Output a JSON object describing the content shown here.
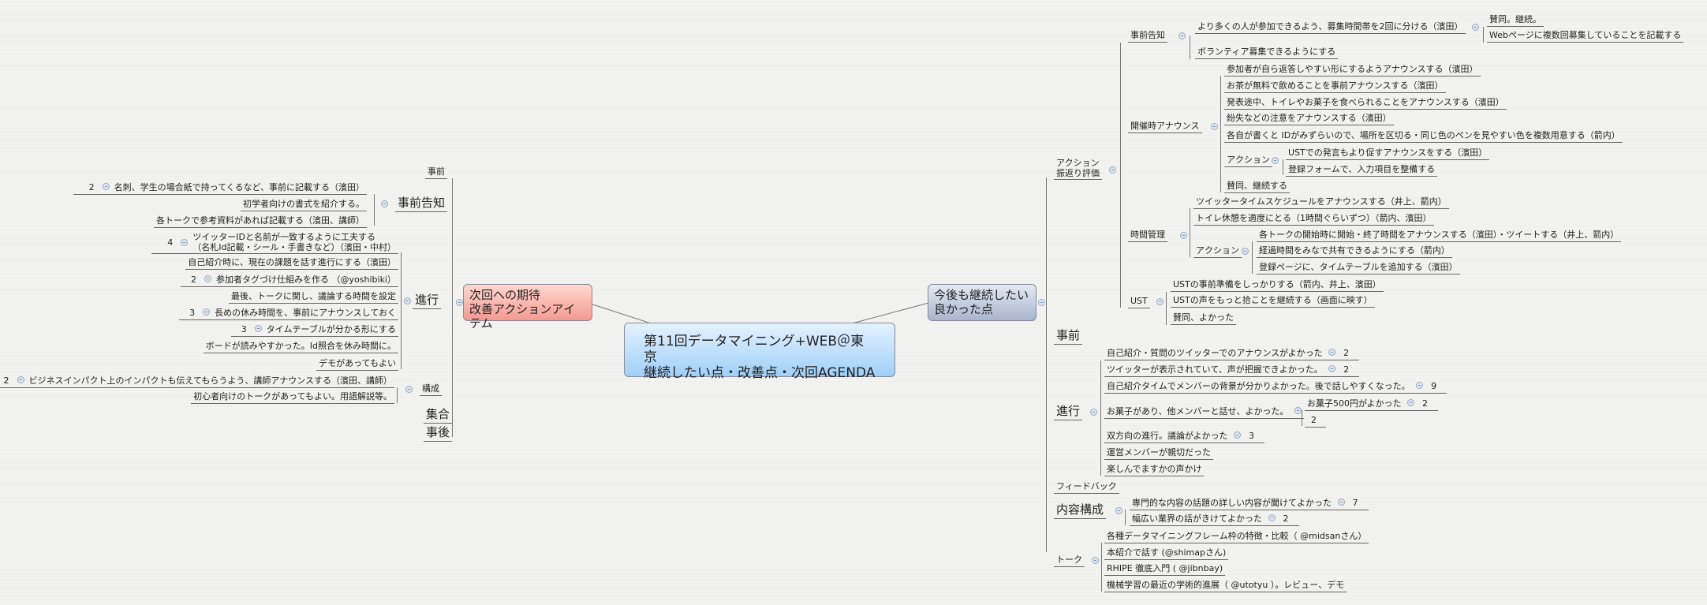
{
  "center": {
    "line1": "第11回データマイニング+WEB＠東京",
    "line2": "継続したい点・改善点・次回AGENDA"
  },
  "left": {
    "title1": "次回への期待",
    "title2": "改善アクションアイテム",
    "jizen": "事前",
    "jizen_kokuchi": {
      "label": "事前告知",
      "items": [
        {
          "count": "2",
          "text": "名刺、学生の場合紙で持ってくるなど、事前に記載する（濱田）"
        },
        {
          "text": "初学者向けの書式を紹介する。"
        },
        {
          "text": "各トークで参考資料があれば記載する（濱田、講師）"
        }
      ]
    },
    "shinko": {
      "label": "進行",
      "items": [
        {
          "count": "4",
          "text": "ツイッターIDと名前が一致するように工夫する",
          "text2": "（名札Id記載・シール・手書きなど）（濱田・中村）"
        },
        {
          "text": "自己紹介時に、現在の課題を話す進行にする（濱田）"
        },
        {
          "count": "2",
          "text": "参加者タグづけ仕組みを作る （@yoshibiki）"
        },
        {
          "text": "最後、トークに関し、議論する時間を設定"
        },
        {
          "count": "3",
          "text": "長めの休み時間を、事前にアナウンスしておく"
        },
        {
          "count": "3",
          "text": "タイムテーブルが分かる形にする"
        },
        {
          "text": "ボードが読みやすかった。Id照合を休み時間に。"
        },
        {
          "text": "デモがあってもよい"
        }
      ]
    },
    "kosei": {
      "label": "構成",
      "items": [
        {
          "count": "2",
          "text": "ビジネスインパクト上のインパクトも伝えてもらうよう、講師アナウンスする（濱田、講師）"
        },
        {
          "text": "初心者向けのトークがあってもよい。用語解説等。"
        }
      ]
    },
    "shugo": "集合",
    "jigo": "事後"
  },
  "right": {
    "title1": "今後も継続したい",
    "title2": "良かった点",
    "action": {
      "label1": "アクション",
      "label2": "振返り評価",
      "jizen_kokuchi": {
        "label": "事前告知",
        "item1": "より多くの人が参加できるよう、募集時間帯を2回に分ける（濱田）",
        "item1_children": [
          "賛同。継続。",
          "Webページに複数回募集していることを記載する"
        ],
        "item2": "ボランティア募集できるようにする"
      },
      "kaisai": {
        "label": "開催時アナウンス",
        "items": [
          "参加者が自ら返答しやすい形にするようアナウンスする（濱田）",
          "お茶が無料で飲めることを事前アナウンスする（濱田）",
          "発表途中、トイレやお菓子を食べられることをアナウンスする（濱田）",
          "紛失などの注意をアナウンスする（濱田）",
          "各自が書くと IDがみずらいので、場所を区切る・同じ色のペンを見やすい色を複数用意する（箭内）"
        ],
        "action_label": "アクション",
        "action_items": [
          "USTでの発言もより促すアナウンスをする（濱田）",
          "登録フォームで、入力項目を整備する"
        ],
        "last": "賛同、継続する"
      },
      "jikan": {
        "label": "時間管理",
        "items": [
          "ツイッタータイムスケジュールをアナウンスする（井上、箭内）",
          "トイレ休憩を適度にとる（1時間ぐらいずつ）（箭内、濱田）"
        ],
        "action_label": "アクション",
        "action_items": [
          "各トークの開始時に開始・終了時間をアナウンスする（濱田）・ツイートする（井上、箭内）",
          "経過時間をみなで共有できるようにする（箭内）",
          "登録ページに、タイムテーブルを追加する（濱田）"
        ]
      },
      "ust": {
        "label": "UST",
        "items": [
          "USTの事前準備をしっかりする（箭内、井上、濱田）",
          "USTの声をもっと拾ことを継続する（画面に映す）",
          "賛同、よかった"
        ]
      }
    },
    "jizen": "事前",
    "shinko": {
      "label": "進行",
      "items": [
        {
          "text": "自己紹介・質問のツイッターでのアナウンスがよかった",
          "count": "2"
        },
        {
          "text": "ツイッターが表示されていて、声が把握できよかった。",
          "count": "2"
        },
        {
          "text": "自己紹介タイムでメンバーの背景が分かりよかった。後で話しやすくなった。",
          "count": "9"
        },
        {
          "text": "お菓子があり、他メンバーと話せ、よかった。"
        },
        {
          "text": "双方向の進行。議論がよかった",
          "count": "3"
        },
        {
          "text": "運営メンバーが親切だった"
        },
        {
          "text": "楽しんでますかの声かけ"
        }
      ],
      "okashi_children": [
        {
          "text": "お菓子500円がよかった",
          "count": "2"
        },
        {
          "text": "2"
        }
      ]
    },
    "feedback": "フィードバック",
    "naiyo": {
      "label": "内容構成",
      "items": [
        {
          "text": "専門的な内容の話題の詳しい内容が聞けてよかった",
          "count": "7"
        },
        {
          "text": "幅広い業界の話がきけてよかった",
          "count": "2"
        }
      ]
    },
    "talk": {
      "label": "トーク",
      "items": [
        "各種データマイニングフレーム枠の特徴・比較（ @midsanさん）",
        "本紹介で話す (@shimapさん)",
        "RHIPE 徹底入門 ( @jibnbay)",
        "機械学習の最近の学術的進展（ @utotyu ）。レビュー、デモ"
      ]
    }
  }
}
